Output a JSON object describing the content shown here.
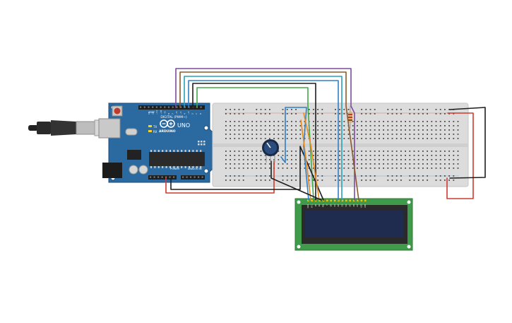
{
  "arduino": {
    "logo_text": "ARDUINO",
    "model": "UNO",
    "digital_label": "DIGITAL (PWM~)",
    "power_label": "POWER",
    "analog_label": "ANALOG IN",
    "aref_label": "AREF",
    "tx_label": "TX",
    "rx_label": "RX",
    "pin_numbers": [
      "13",
      "12",
      "~11",
      "~10",
      "~9",
      "8",
      "7",
      "~6",
      "~5",
      "4",
      "~3",
      "2",
      "1",
      "0"
    ]
  },
  "lcd": {
    "pin_labels": [
      "GND",
      "VCC",
      "V0",
      "RS",
      "RW",
      "E",
      "D0",
      "D1",
      "D2",
      "D3",
      "D4",
      "D5",
      "D6",
      "D7",
      "LED",
      "LED"
    ]
  },
  "colors": {
    "arduino_board": "#2b6aa0",
    "breadboard": "#dcdcdc",
    "lcd_board": "#3f9a4a",
    "lcd_screen": "#1f2b4f",
    "wire_red": "#d13a2e",
    "wire_black": "#1d1d1d",
    "wire_green": "#42a94b",
    "wire_blue": "#2f80c8",
    "wire_orange": "#e8891d",
    "wire_brown": "#8a5a2c",
    "wire_purple": "#7d4b9e",
    "wire_teal": "#2aa0b8"
  },
  "icons": [
    "usb-cable-icon",
    "potentiometer-icon",
    "resistor-icon",
    "reset-button-icon"
  ]
}
